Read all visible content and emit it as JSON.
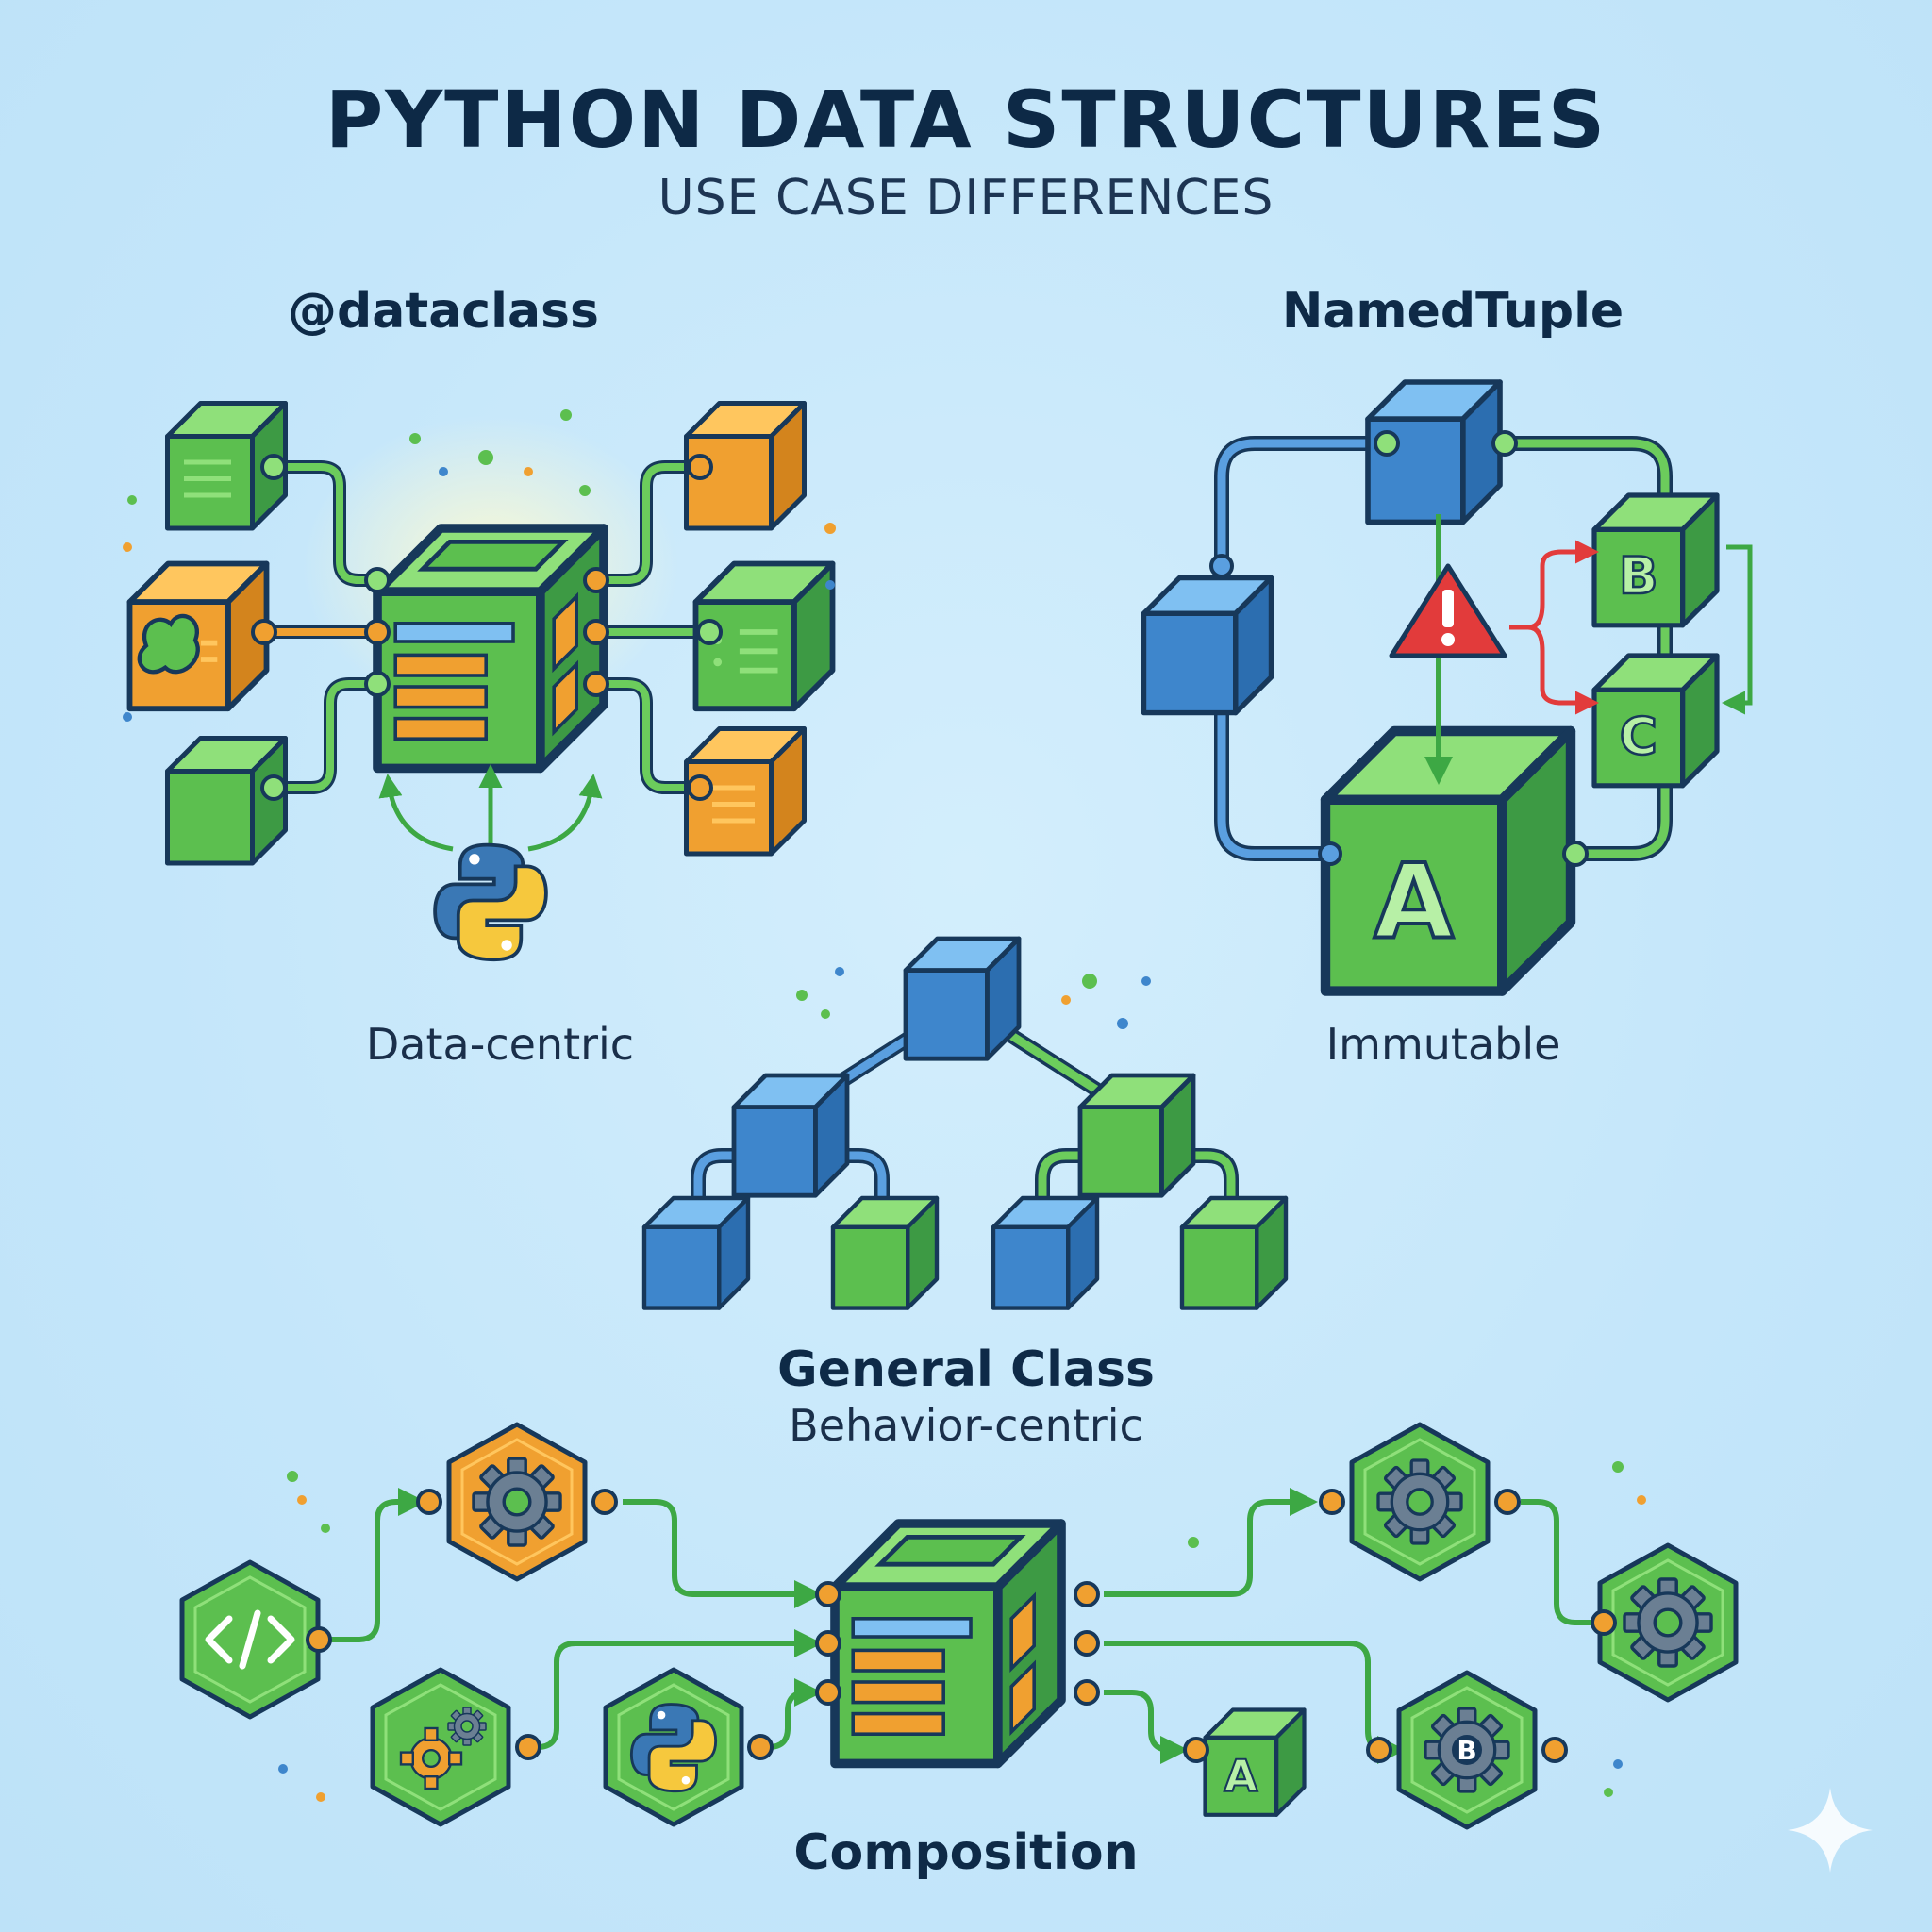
{
  "title": "PYTHON DATA STRUCTURES",
  "subtitle": "USE CASE DIFFERENCES",
  "sections": {
    "dataclass": {
      "name": "@dataclass",
      "caption": "Data-centric"
    },
    "namedtuple": {
      "name": "NamedTuple",
      "caption": "Immutable",
      "letters": [
        "A",
        "B",
        "C"
      ]
    },
    "general_class": {
      "name": "General Class",
      "caption": "Behavior-centric"
    },
    "composition": {
      "name": "Composition",
      "letters": [
        "A",
        "B"
      ]
    }
  },
  "icons": [
    "python-logo-icon",
    "warning-icon",
    "gear-icon",
    "code-icon",
    "sparkle-icon"
  ],
  "colors": {
    "background": "#c9e9fb",
    "green": "#5cbf4f",
    "blue": "#3e86cc",
    "orange": "#f0a030",
    "warning_red": "#e23b3b",
    "outline": "#17385a"
  }
}
